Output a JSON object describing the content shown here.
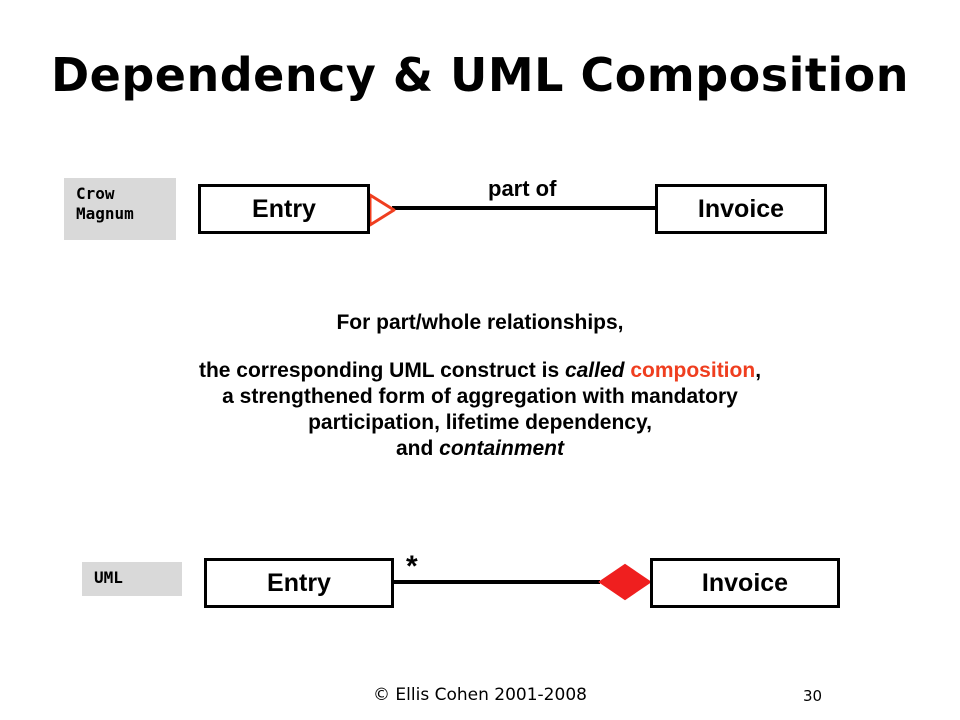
{
  "title": "Dependency & UML Composition",
  "top_diagram": {
    "notation_line1": "Crow",
    "notation_line2": "Magnum",
    "left_entity": "Entry",
    "right_entity": "Invoice",
    "relationship_label": "part of"
  },
  "description": {
    "line1": "For part/whole relationships,",
    "line2_a": "the corresponding UML construct is ",
    "line2_called": "called",
    "line2_b": " ",
    "line2_composition": "composition",
    "line2_c": ",",
    "line3": "a strengthened form of aggregation with mandatory",
    "line4": "participation, lifetime dependency,",
    "line5_a": "and ",
    "line5_containment": "containment"
  },
  "bottom_diagram": {
    "notation": "UML",
    "left_entity": "Entry",
    "right_entity": "Invoice",
    "multiplicity": "*"
  },
  "footer": {
    "copyright": "© Ellis Cohen 2001-2008",
    "page_number": "30"
  },
  "colors": {
    "accent_red": "#ef3e1f",
    "tag_gray": "#d9d9d9"
  }
}
